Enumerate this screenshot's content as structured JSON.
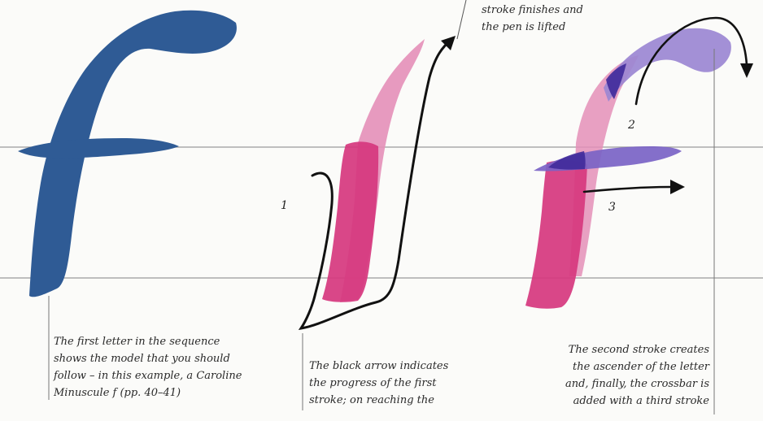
{
  "captions": {
    "top_right": [
      "stroke finishes and",
      "the pen is lifted"
    ],
    "left": [
      "The first letter in the sequence",
      "shows the model that you should",
      "follow – in this example, a Caroline",
      "Minuscule f (pp. 40–41)"
    ],
    "middle": [
      "The black arrow indicates",
      "the progress of the first",
      "stroke; on reaching the"
    ],
    "right": [
      "The second stroke creates",
      "the ascender of the letter",
      "and, finally, the crossbar is",
      "added with a third stroke"
    ]
  },
  "stroke_numbers": {
    "first": "1",
    "second": "2",
    "third": "3"
  },
  "colors": {
    "model_letter": "#2f5b95",
    "first_stroke_light": "#e48fb8",
    "first_stroke_dark": "#d6377e",
    "second_stroke": "#9b87d2",
    "crossbar": "#7a63c6",
    "overlap": "#3f2a9a",
    "arrow": "#111111",
    "guide_line": "#9a9a9a"
  }
}
